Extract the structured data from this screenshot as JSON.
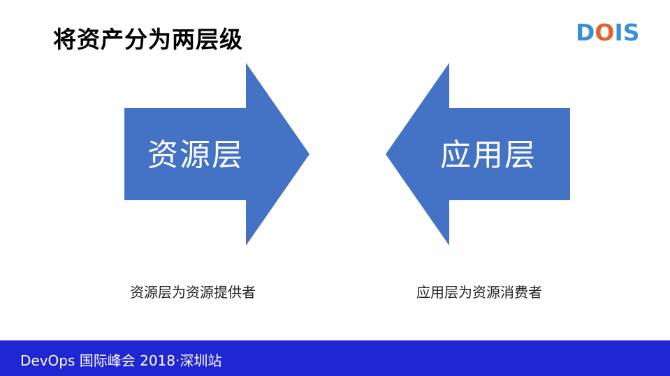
{
  "slide": {
    "title": "将资产分为两层级",
    "logo": {
      "letters": [
        "D",
        "O",
        "I",
        "S"
      ],
      "colors": {
        "primary": "#3a8fdb",
        "accent": "#e0622e"
      }
    }
  },
  "diagram": {
    "arrow_color": "#4472c4",
    "left_arrow": {
      "label": "资源层",
      "direction": "right",
      "caption": "资源层为资源提供者"
    },
    "right_arrow": {
      "label": "应用层",
      "direction": "left",
      "caption": "应用层为资源消费者"
    }
  },
  "footer": {
    "text": "DevOps 国际峰会 2018·深圳站",
    "background": "#2027d2"
  }
}
